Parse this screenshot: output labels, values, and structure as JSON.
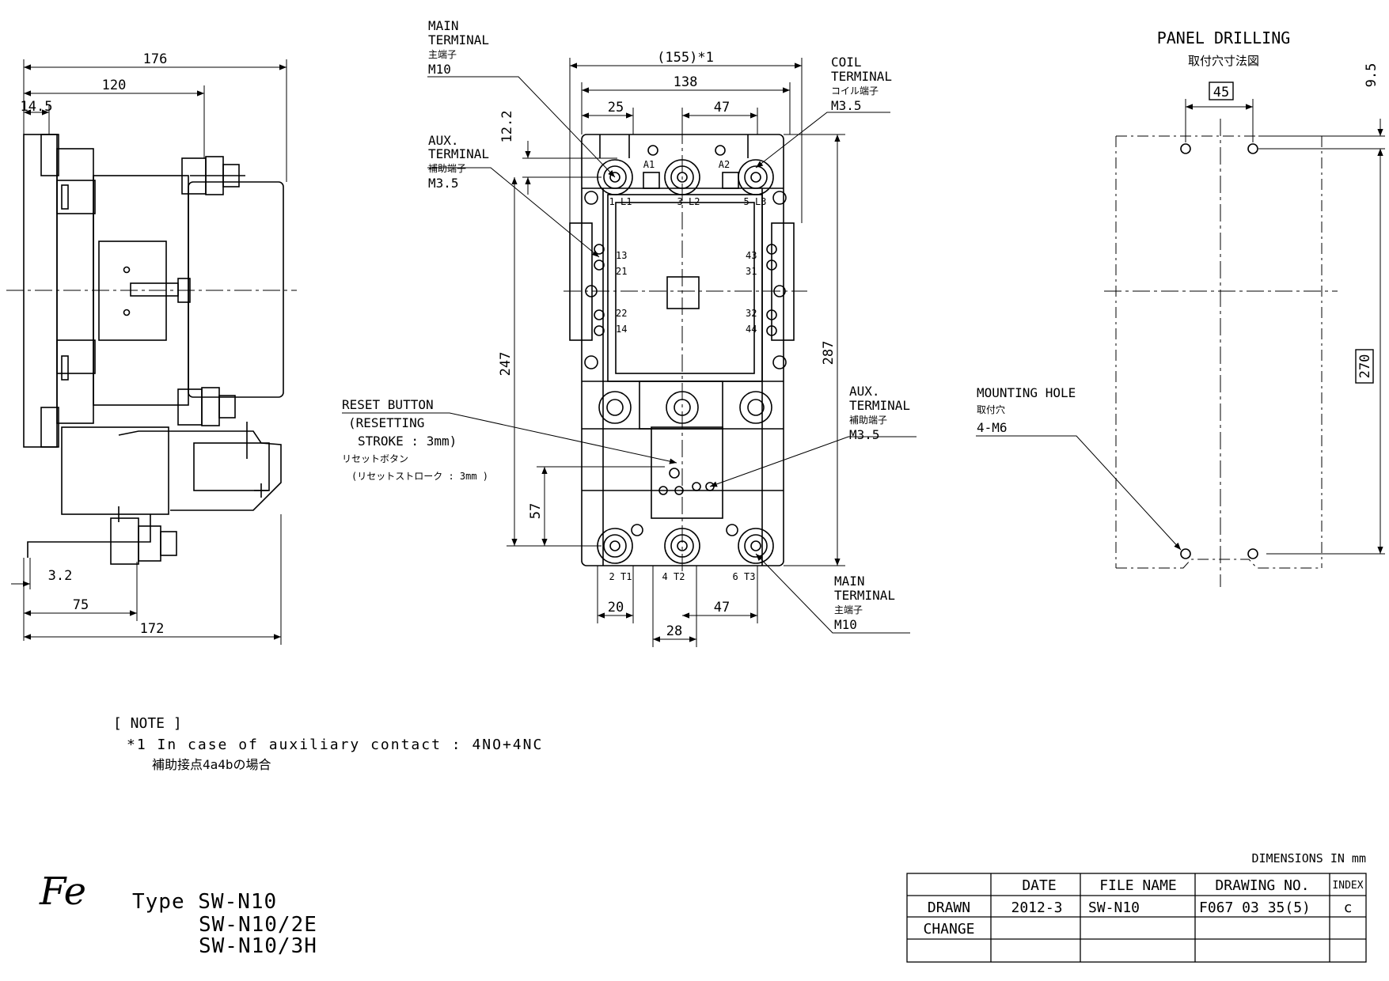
{
  "side_view": {
    "dims": {
      "width_total": "176",
      "width_120": "120",
      "offset_14_5": "14.5",
      "thick_3_2": "3.2",
      "depth_75": "75",
      "width_172": "172"
    }
  },
  "front_view": {
    "dims": {
      "width_155": "(155)*1",
      "width_138": "138",
      "pitch_25": "25",
      "pitch_47_top": "47",
      "height_12_2": "12.2",
      "height_247": "247",
      "height_57": "57",
      "height_287": "287",
      "pitch_20": "20",
      "pitch_28": "28",
      "pitch_47_bottom": "47"
    },
    "terminals_top": [
      "1 L1",
      "3 L2",
      "5 L3"
    ],
    "coil_marks": [
      "A1",
      "A2"
    ],
    "terminals_bottom": [
      "2 T1",
      "4 T2",
      "6 T3"
    ],
    "aux_left": [
      "13",
      "21",
      "22",
      "14"
    ],
    "aux_right": [
      "43",
      "31",
      "32",
      "44"
    ]
  },
  "callouts": {
    "main_terminal_top": [
      "MAIN",
      "TERMINAL",
      "主端子",
      "M10"
    ],
    "coil_terminal": [
      "COIL",
      "TERMINAL",
      "コイル端子",
      "M3.5"
    ],
    "aux_terminal_top": [
      "AUX.",
      "TERMINAL",
      "補助端子",
      "M3.5"
    ],
    "reset_button": [
      "RESET BUTTON",
      "(RESETTING",
      "STROKE : 3mm)",
      "リセットボタン",
      "(リセットストローク : 3mm )"
    ],
    "aux_terminal_bottom": [
      "AUX.",
      "TERMINAL",
      "補助端子",
      "M3.5"
    ],
    "main_terminal_bottom": [
      "MAIN",
      "TERMINAL",
      "主端子",
      "M10"
    ]
  },
  "panel_drilling": {
    "title": "PANEL DRILLING",
    "title_jp": "取付穴寸法図",
    "dim_45": "45",
    "dim_9_5": "9.5",
    "dim_270": "270",
    "mounting_hole": [
      "MOUNTING HOLE",
      "取付穴",
      "4-M6"
    ]
  },
  "note": {
    "header": "[ NOTE ]",
    "line1": "*1 In case of auxiliary contact : 4NO+4NC",
    "line2": "補助接点4a4bの場合"
  },
  "units": "DIMENSIONS IN mm",
  "title_block": {
    "logo": "Fe",
    "type_label": "Type SW-N10",
    "type_line2": "SW-N10/2E",
    "type_line3": "SW-N10/3H",
    "headers": [
      "",
      "DATE",
      "FILE NAME",
      "DRAWING NO.",
      "INDEX"
    ],
    "rows": [
      [
        "DRAWN",
        "2012-3",
        "SW-N10",
        "F067 03 35(5)",
        "c"
      ],
      [
        "CHANGE",
        "",
        "",
        "",
        ""
      ],
      [
        "",
        "",
        "",
        "",
        ""
      ]
    ]
  }
}
